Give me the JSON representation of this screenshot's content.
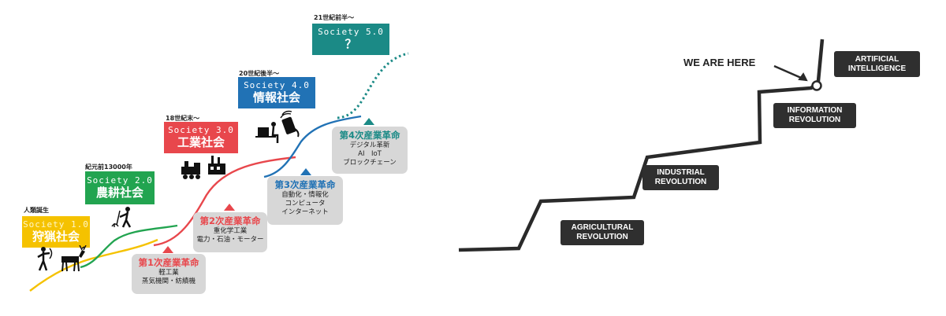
{
  "left": {
    "eras": {
      "s1": "人類誕生",
      "s2": "紀元前13000年",
      "s3": "18世紀末～",
      "s4": "20世紀後半～",
      "s5": "21世紀前半～"
    },
    "societies": {
      "s1": {
        "en": "Society 1.0",
        "jp": "狩猟社会",
        "color": "#f5c200"
      },
      "s2": {
        "en": "Society 2.0",
        "jp": "農耕社会",
        "color": "#22a450"
      },
      "s3": {
        "en": "Society 3.0",
        "jp": "工業社会",
        "color": "#e8474c"
      },
      "s4": {
        "en": "Society 4.0",
        "jp": "情報社会",
        "color": "#2172b5"
      },
      "s5": {
        "en": "Society 5.0",
        "jp": "？",
        "color": "#1b8a86"
      }
    },
    "revolutions": {
      "r1": {
        "title": "第1次産業革命",
        "l1": "軽工業",
        "l2": "蒸気機関・紡績機",
        "color": "#e8474c"
      },
      "r2": {
        "title": "第2次産業革命",
        "l1": "重化学工業",
        "l2": "電力・石油・モーター",
        "color": "#e8474c"
      },
      "r3": {
        "title": "第3次産業革命",
        "l1": "自動化・情報化",
        "l2": "コンピュータ",
        "l3": "インターネット",
        "color": "#2172b5"
      },
      "r4": {
        "title": "第4次産業革命",
        "l1": "デジタル革新",
        "l2": "AI　IoT",
        "l3": "ブロックチェーン",
        "color": "#1b8a86"
      }
    }
  },
  "right": {
    "we_are_here": "WE ARE HERE",
    "agricultural": {
      "l1": "AGRICULTURAL",
      "l2": "REVOLUTION"
    },
    "industrial": {
      "l1": "INDUSTRIAL",
      "l2": "REVOLUTION"
    },
    "information": {
      "l1": "INFORMATION",
      "l2": "REVOLUTION"
    },
    "ai": {
      "l1": "ARTIFICIAL",
      "l2": "INTELLIGENCE"
    }
  }
}
